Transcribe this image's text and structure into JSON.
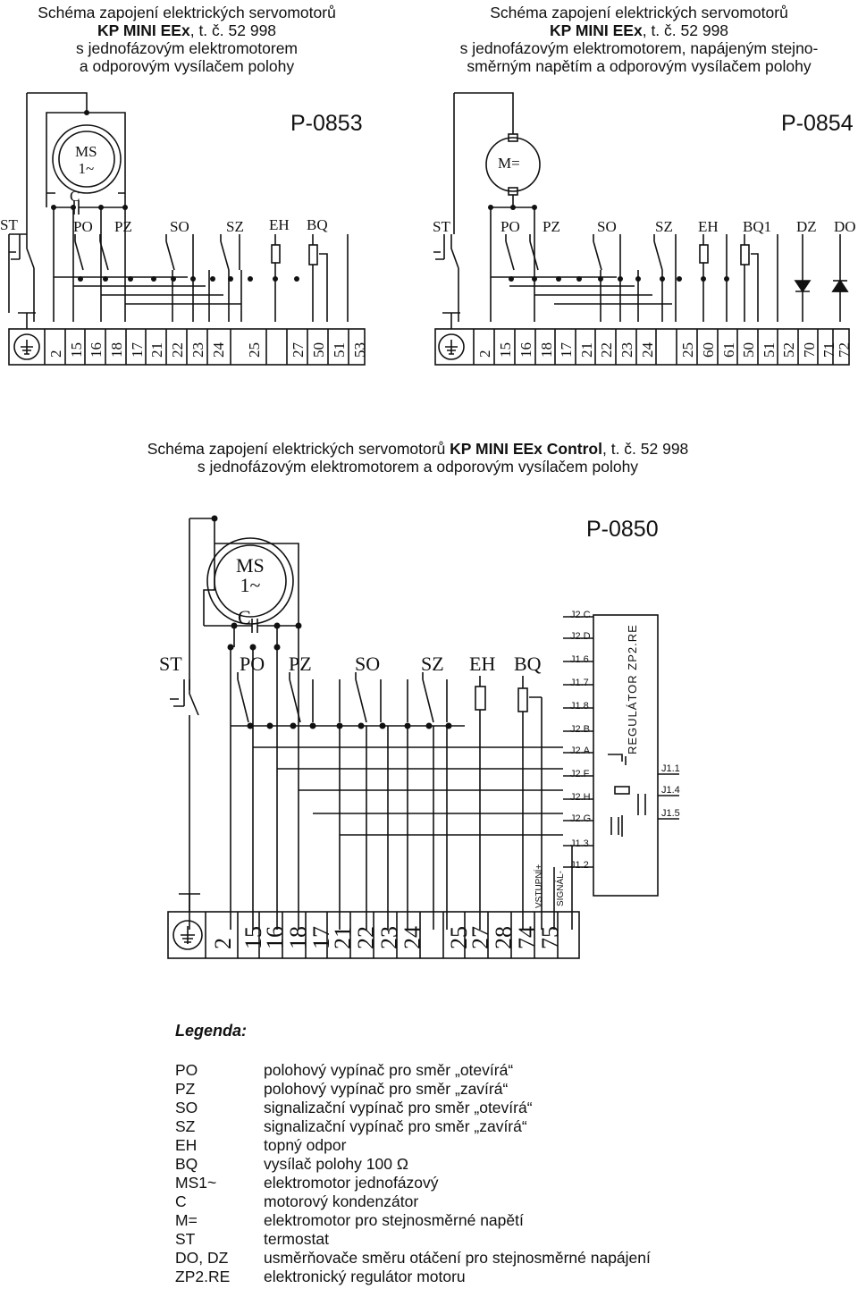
{
  "diagrams": [
    {
      "title_l1": "Schéma zapojení elektrických servomotorů",
      "title_l2_bold": "KP MINI EEx",
      "title_l2_rest": ", t. č. 52 998",
      "title_l3": "s jednofázovým elektromotorem",
      "title_l4": "a odporovým vysílačem polohy",
      "code": "P-0853",
      "motor_label_1": "MS",
      "motor_label_2": "1~",
      "capacitor": "C",
      "switches": [
        "ST",
        "PO",
        "PZ",
        "SO",
        "SZ",
        "EH",
        "BQ"
      ],
      "terminals": [
        "2",
        "15",
        "16",
        "18",
        "17",
        "21",
        "22",
        "23",
        "24",
        "25",
        "27",
        "50",
        "51",
        "53"
      ]
    },
    {
      "title_l1": "Schéma zapojení elektrických servomotorů",
      "title_l2_bold": "KP MINI EEx",
      "title_l2_rest": ", t. č. 52 998",
      "title_l3": "s jednofázovým elektromotorem, napájeným stejno-",
      "title_l4": "směrným napětím a odporovým vysílačem polohy",
      "code": "P-0854",
      "motor_label_1": "M=",
      "switches": [
        "ST",
        "PO",
        "PZ",
        "SO",
        "SZ",
        "EH",
        "BQ1",
        "DZ",
        "DO"
      ],
      "terminals": [
        "2",
        "15",
        "16",
        "18",
        "17",
        "21",
        "22",
        "23",
        "24",
        "25",
        "60",
        "61",
        "50",
        "51",
        "52",
        "70",
        "71",
        "72"
      ]
    },
    {
      "title_l1_pre": "Schéma zapojení elektrických servomotorů ",
      "title_l1_bold": "KP MINI EEx Control",
      "title_l1_rest": ", t. č. 52 998",
      "title_l2": "s jednofázovým elektromotorem a odporovým vysílačem polohy",
      "code": "P-0850",
      "motor_label_1": "MS",
      "motor_label_2": "1~",
      "capacitor": "C",
      "switches": [
        "ST",
        "PO",
        "PZ",
        "SO",
        "SZ",
        "EH",
        "BQ"
      ],
      "terminals": [
        "2",
        "15",
        "16",
        "18",
        "17",
        "21",
        "22",
        "23",
        "24",
        "25",
        "27",
        "28",
        "74",
        "75"
      ],
      "regulator": "REGULÁTOR ZP2.RE",
      "j_left": [
        "J2.C",
        "J2.D",
        "J1.6",
        "J1.7",
        "J1.8",
        "J2.B",
        "J2.A",
        "J2.F",
        "J2.H",
        "J2.G",
        "J1.3",
        "J1.2"
      ],
      "j_right": [
        "J1.1",
        "J1.4",
        "J1.5"
      ],
      "vertical_labels": [
        "VSTUPNÍ+",
        "SIGNÁL-"
      ]
    }
  ],
  "legend": {
    "title": "Legenda:",
    "items": [
      {
        "key": "PO",
        "desc": "polohový vypínač pro směr „otevírá“"
      },
      {
        "key": "PZ",
        "desc": "polohový vypínač pro směr „zavírá“"
      },
      {
        "key": "SO",
        "desc": "signalizační vypínač pro směr „otevírá“"
      },
      {
        "key": "SZ",
        "desc": "signalizační vypínač pro směr „zavírá“"
      },
      {
        "key": "EH",
        "desc": "topný odpor"
      },
      {
        "key": "BQ",
        "desc": "vysílač polohy 100 Ω"
      },
      {
        "key": "MS1~",
        "desc": "elektromotor jednofázový"
      },
      {
        "key": "C",
        "desc": "motorový kondenzátor"
      },
      {
        "key": "M=",
        "desc": "elektromotor pro stejnosměrné napětí"
      },
      {
        "key": "ST",
        "desc": "termostat"
      },
      {
        "key": "DO, DZ",
        "desc": "usměrňovače směru otáčení pro stejnosměrné napájení"
      },
      {
        "key": "ZP2.RE",
        "desc": "elektronický regulátor motoru"
      }
    ]
  }
}
